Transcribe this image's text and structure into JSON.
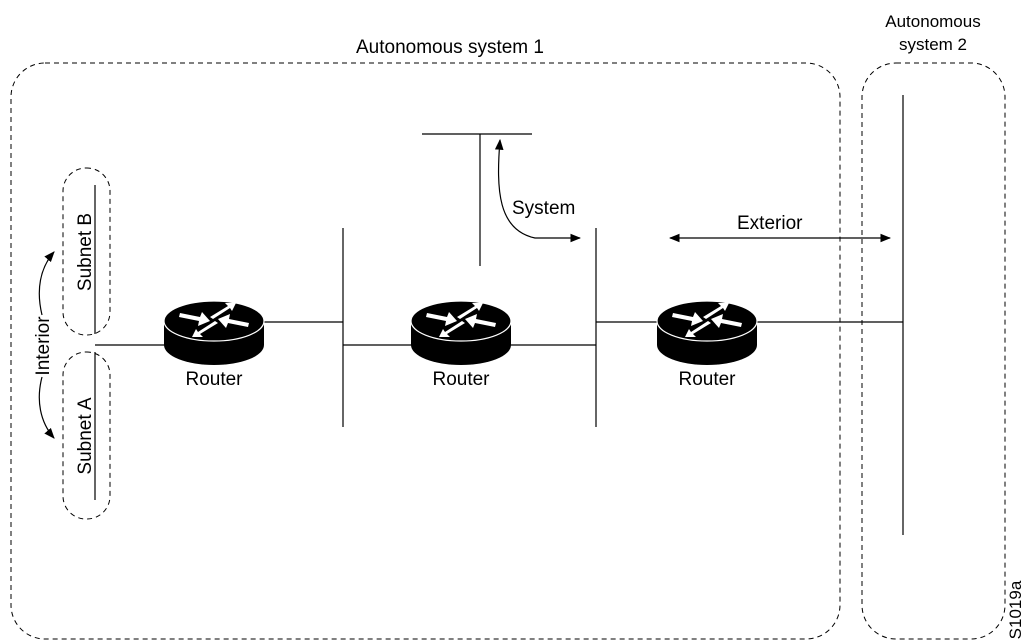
{
  "labels": {
    "as1": "Autonomous system 1",
    "as2_line1": "Autonomous",
    "as2_line2": "system 2",
    "system": "System",
    "exterior": "Exterior",
    "interior": "Interior",
    "subnet_a": "Subnet A",
    "subnet_b": "Subnet B",
    "figure_id": "S1019a"
  },
  "routers": [
    {
      "label": "Router"
    },
    {
      "label": "Router"
    },
    {
      "label": "Router"
    }
  ],
  "colors": {
    "line": "#000000",
    "router_body": "#000000",
    "router_arrow": "#ffffff"
  }
}
